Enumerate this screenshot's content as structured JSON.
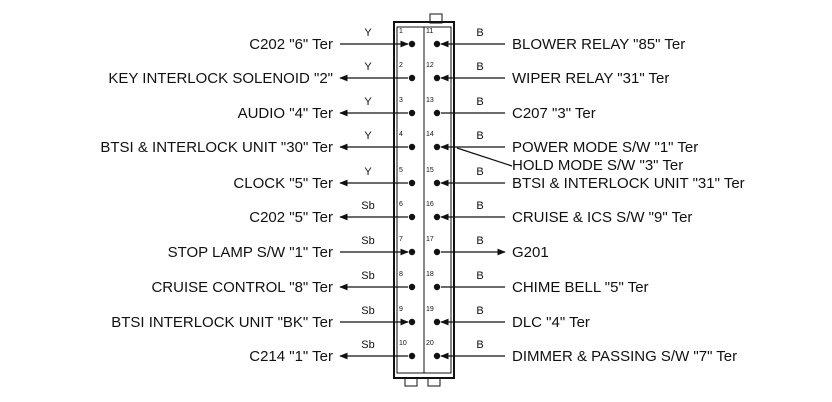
{
  "left_pins": [
    {
      "pin": "1",
      "label": "C202 \"6\" Ter",
      "wire": "Y",
      "dir": "in"
    },
    {
      "pin": "2",
      "label": "KEY INTERLOCK SOLENOID \"2\"",
      "wire": "Y",
      "dir": "out"
    },
    {
      "pin": "3",
      "label": "AUDIO \"4\" Ter",
      "wire": "Y",
      "dir": "out"
    },
    {
      "pin": "4",
      "label": "BTSI & INTERLOCK UNIT \"30\" Ter",
      "wire": "Y",
      "dir": "out"
    },
    {
      "pin": "5",
      "label": "CLOCK \"5\" Ter",
      "wire": "Y",
      "dir": "out"
    },
    {
      "pin": "6",
      "label": "C202 \"5\" Ter",
      "wire": "Sb",
      "dir": "out"
    },
    {
      "pin": "7",
      "label": "STOP LAMP S/W \"1\" Ter",
      "wire": "Sb",
      "dir": "in"
    },
    {
      "pin": "8",
      "label": "CRUISE CONTROL \"8\" Ter",
      "wire": "Sb",
      "dir": "out"
    },
    {
      "pin": "9",
      "label": "BTSI  INTERLOCK UNIT \"BK\" Ter",
      "wire": "Sb",
      "dir": "in"
    },
    {
      "pin": "10",
      "label": "C214 \"1\" Ter",
      "wire": "Sb",
      "dir": "out"
    }
  ],
  "right_pins": [
    {
      "pin": "11",
      "label": "BLOWER RELAY \"85\" Ter",
      "wire": "B",
      "dir": "in"
    },
    {
      "pin": "12",
      "label": "WIPER RELAY \"31\" Ter",
      "wire": "B",
      "dir": "in"
    },
    {
      "pin": "13",
      "label": "C207 \"3\" Ter",
      "wire": "B",
      "dir": "none"
    },
    {
      "pin": "14",
      "label": "POWER MODE S/W \"1\" Ter",
      "wire": "B",
      "dir": "in"
    },
    {
      "pin": "15",
      "label": "BTSI & INTERLOCK UNIT \"31\" Ter",
      "wire": "B",
      "dir": "in"
    },
    {
      "pin": "16",
      "label": "CRUISE & ICS S/W \"9\" Ter",
      "wire": "B",
      "dir": "in"
    },
    {
      "pin": "17",
      "label": "G201",
      "wire": "B",
      "dir": "out"
    },
    {
      "pin": "18",
      "label": "CHIME BELL \"5\" Ter",
      "wire": "B",
      "dir": "none"
    },
    {
      "pin": "19",
      "label": "DLC \"4\" Ter",
      "wire": "B",
      "dir": "in"
    },
    {
      "pin": "20",
      "label": "DIMMER & PASSING S/W \"7\" Ter",
      "wire": "B",
      "dir": "in"
    }
  ],
  "extra_labels": {
    "hold_mode": "HOLD MODE S/W \"3\" Ter"
  }
}
